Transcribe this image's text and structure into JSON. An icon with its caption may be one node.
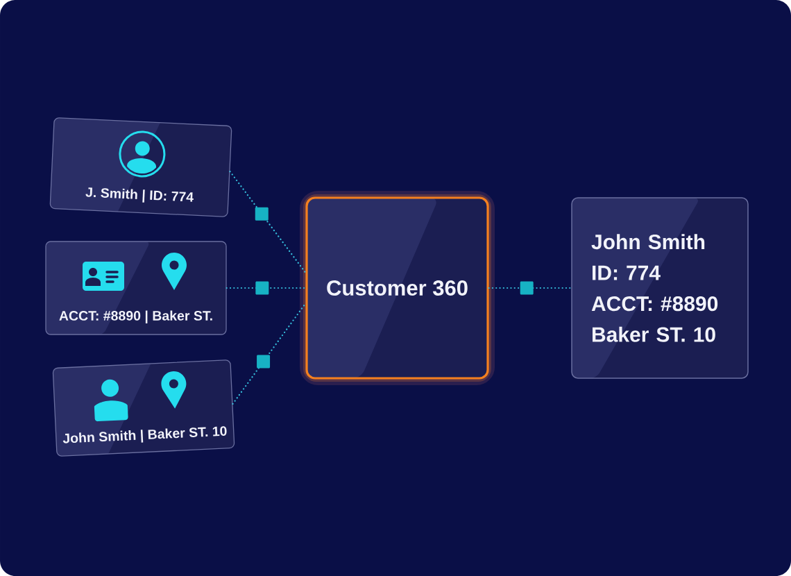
{
  "diagram": {
    "nodes": [
      {
        "text": [
          "J. Smith | ID: 774"
        ]
      },
      {
        "text": [
          "ACCT: #8890 | Baker ST."
        ]
      },
      {
        "text": [
          "John Smith | Baker ST. 10"
        ]
      },
      {
        "text": [
          "Customer 360"
        ]
      },
      {
        "text": [
          "John Smith",
          "ID: 774",
          "ACCT: #8890",
          "Baker ST. 10"
        ]
      }
    ],
    "edges": [
      {
        "from": 0,
        "to": 3,
        "arrow": "none"
      },
      {
        "from": 1,
        "to": 3,
        "arrow": "none"
      },
      {
        "from": 2,
        "to": 3,
        "arrow": "none"
      },
      {
        "from": 3,
        "to": 4,
        "arrow": "none"
      }
    ]
  }
}
